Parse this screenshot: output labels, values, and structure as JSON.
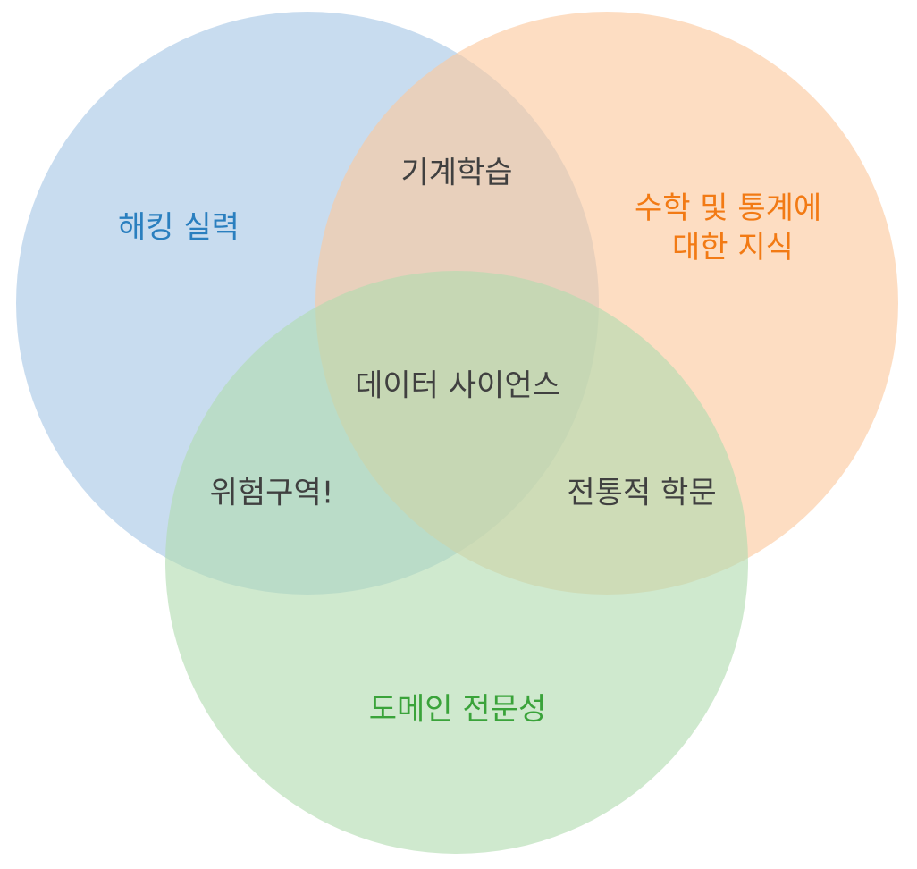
{
  "diagram": {
    "type": "venn",
    "sets": [
      {
        "id": "hacking",
        "label": "해킹 실력",
        "fill": "#a7c7e5",
        "text_color": "#2a7fbf"
      },
      {
        "id": "math",
        "label_lines": [
          "수학 및 통계에",
          "대한 지식"
        ],
        "fill": "#fcc89c",
        "text_color": "#f27a14"
      },
      {
        "id": "domain",
        "label": "도메인 전문성",
        "fill": "#b2dbb0",
        "text_color": "#3aa33a"
      }
    ],
    "intersections": {
      "hacking_math": "기계학습",
      "hacking_domain": "위험구역!",
      "math_domain": "전통적 학문",
      "all": "데이터 사이언스"
    },
    "intersection_text_color": "#404040",
    "circle_opacity": 0.62
  }
}
